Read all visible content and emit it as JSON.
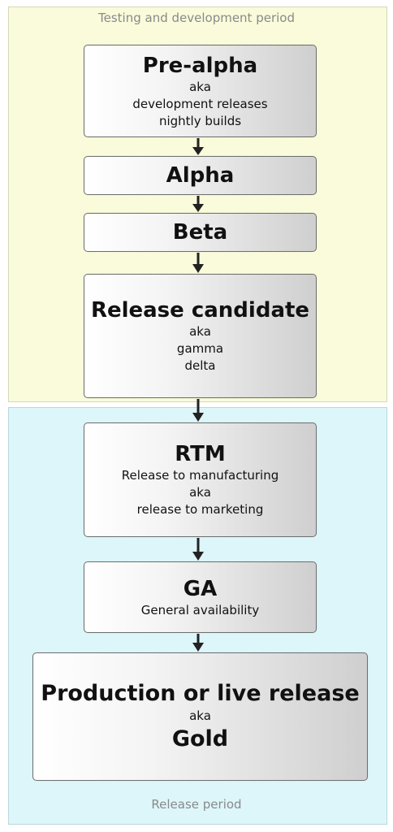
{
  "periods": {
    "testing_label": "Testing and development period",
    "release_label": "Release period"
  },
  "stages": {
    "pre_alpha": {
      "title": "Pre-alpha",
      "lines": [
        "aka",
        "development releases",
        "nightly builds"
      ]
    },
    "alpha": {
      "title": "Alpha"
    },
    "beta": {
      "title": "Beta"
    },
    "release_candidate": {
      "title": "Release candidate",
      "lines": [
        "aka",
        "gamma",
        "delta"
      ]
    },
    "rtm": {
      "title": "RTM",
      "lines": [
        "Release to manufacturing",
        "aka",
        "release to marketing"
      ]
    },
    "ga": {
      "title": "GA",
      "lines": [
        "General availability"
      ]
    },
    "production": {
      "title": "Production or live release",
      "lines": [
        "aka",
        "Gold"
      ]
    }
  },
  "colors": {
    "testing_region": "#f9fbda",
    "release_region": "#dcf6fa",
    "arrow": "#222222",
    "box_border": "#6f6f6f"
  }
}
